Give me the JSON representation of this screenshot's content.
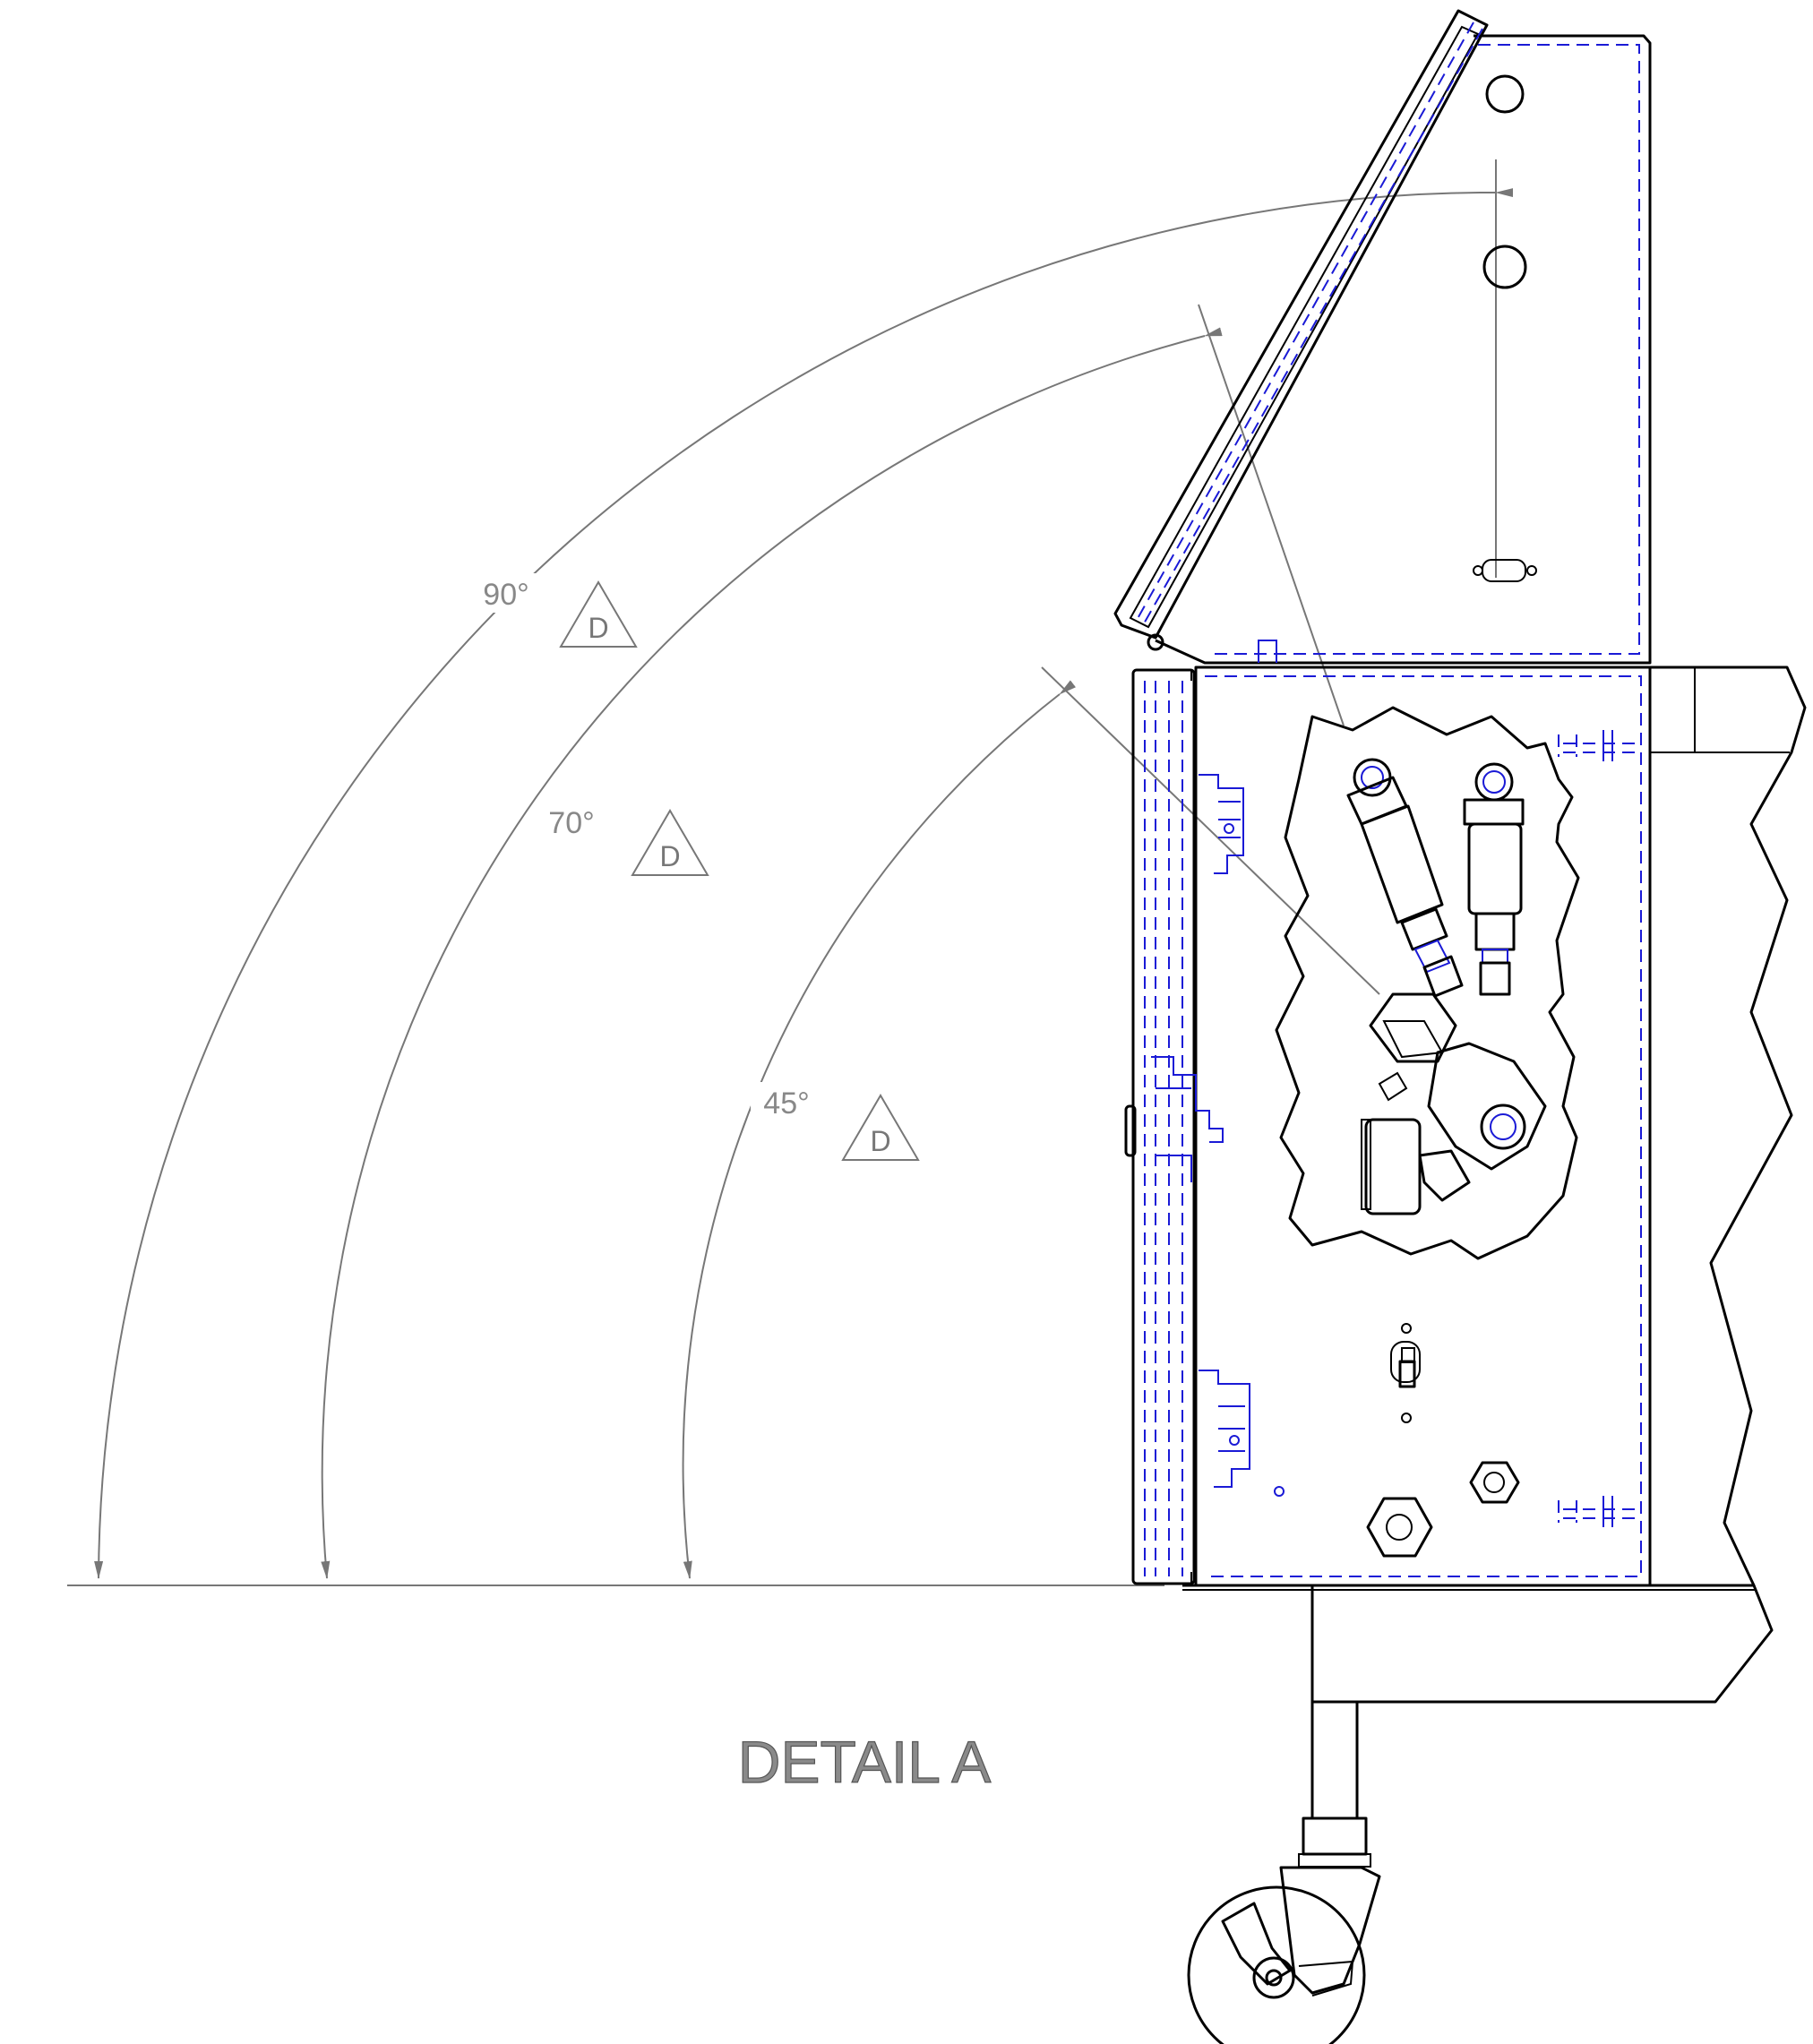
{
  "detail_title": "DETAIL A",
  "angles": [
    {
      "label": "90°",
      "tag": "D"
    },
    {
      "label": "70°",
      "tag": "D"
    },
    {
      "label": "45°",
      "tag": "D"
    }
  ],
  "colors": {
    "outline": "#000000",
    "hidden_line_blue": "#1a1ad6",
    "dimension_gray": "#777777"
  }
}
